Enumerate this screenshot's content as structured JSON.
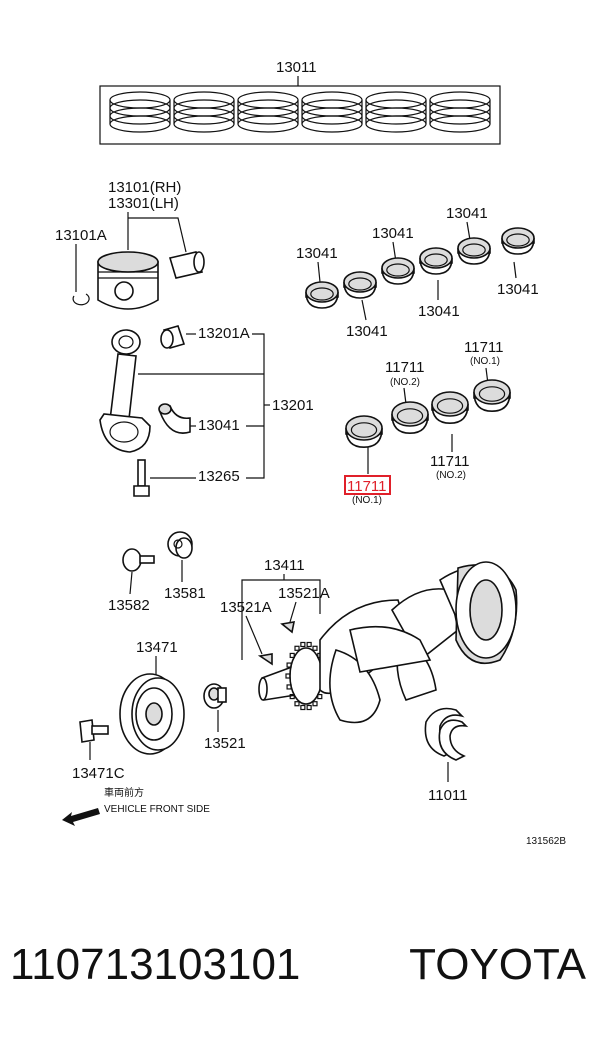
{
  "labels": {
    "p13011": "13011",
    "p13101rh": "13101(RH)",
    "p13301lh": "13301(LH)",
    "p13101a": "13101A",
    "p13041_a": "13041",
    "p13041_b": "13041",
    "p13041_c": "13041",
    "p13041_d": "13041",
    "p13041_e": "13041",
    "p13041_f": "13041",
    "p13201a": "13201A",
    "p13201": "13201",
    "p13041_rod": "13041",
    "p13265": "13265",
    "p11711_no2_top": "11711",
    "no2_top": "(NO.2)",
    "p11711_no1_top": "11711",
    "no1_top": "(NO.1)",
    "p11711_no2_bot": "11711",
    "no2_bot": "(NO.2)",
    "p11711_highlight": "11711",
    "no1_bot": "(NO.1)",
    "p13582": "13582",
    "p13581": "13581",
    "p13411": "13411",
    "p13521a_l": "13521A",
    "p13521a_r": "13521A",
    "p13471": "13471",
    "p13521": "13521",
    "p13471c": "13471C",
    "p11011": "11011",
    "front_jp": "車両前方",
    "front_en": "VEHICLE FRONT SIDE",
    "diagram_id": "131562B"
  },
  "highlight_color": "#e0202a",
  "footer": {
    "part_number": "110713103101",
    "brand": "TOYOTA"
  }
}
